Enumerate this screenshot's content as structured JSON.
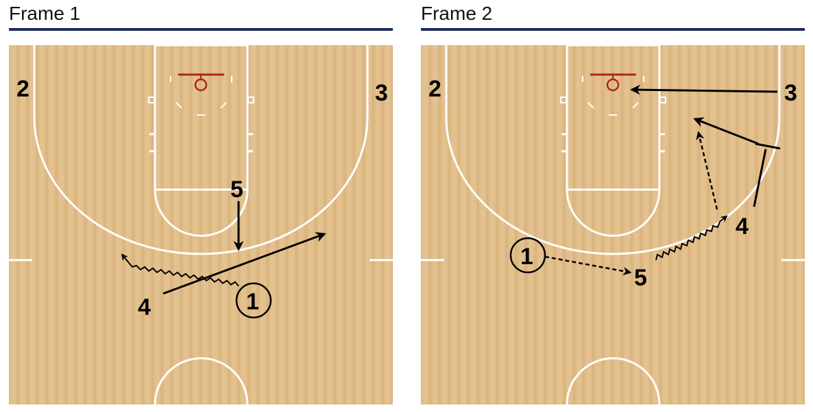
{
  "frames": [
    {
      "title": "Frame 1",
      "labels": {
        "p1": "1",
        "p2": "2",
        "p3": "3",
        "p4": "4",
        "p5": "5"
      }
    },
    {
      "title": "Frame 2",
      "labels": {
        "p1": "1",
        "p2": "2",
        "p3": "3",
        "p4": "4",
        "p5": "5"
      }
    }
  ],
  "colors": {
    "court_light": "#e5c391",
    "court_dark": "#d3ab6e",
    "lines": "#ffffff",
    "rim": "#a8261c",
    "title_rule": "#1f2d5c",
    "marks": "#000000"
  }
}
